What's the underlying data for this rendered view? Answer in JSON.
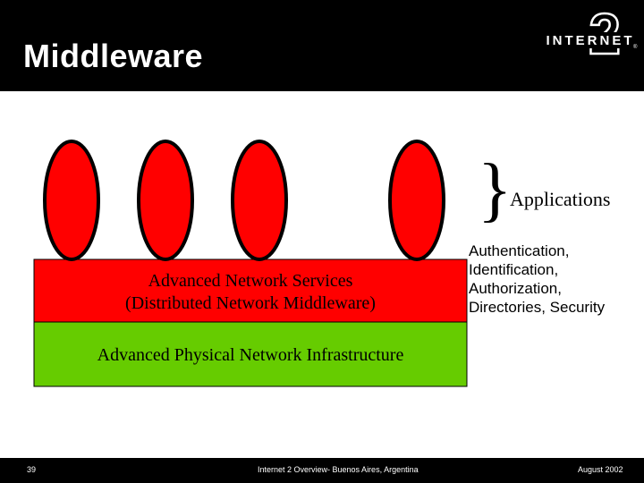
{
  "slide": {
    "title": "Middleware",
    "logo_text": "INTERNET",
    "logo_number": "2",
    "logo_mark": "®"
  },
  "diagram": {
    "layers": {
      "services": {
        "line1": "Advanced Network Services",
        "line2": "(Distributed Network Middleware)",
        "color": "#ff0000"
      },
      "infrastructure": {
        "label": "Advanced Physical Network Infrastructure",
        "color": "#66cc00"
      }
    },
    "applications": {
      "brace": "}",
      "label": "Applications",
      "color": "#ff0000"
    },
    "middleware_functions": [
      "Authentication,",
      "Identification,",
      "Authorization,",
      "Directories, Security"
    ]
  },
  "footer": {
    "slide_number": "39",
    "center": "Internet 2 Overview- Buenos Aires, Argentina",
    "date": "August 2002"
  }
}
